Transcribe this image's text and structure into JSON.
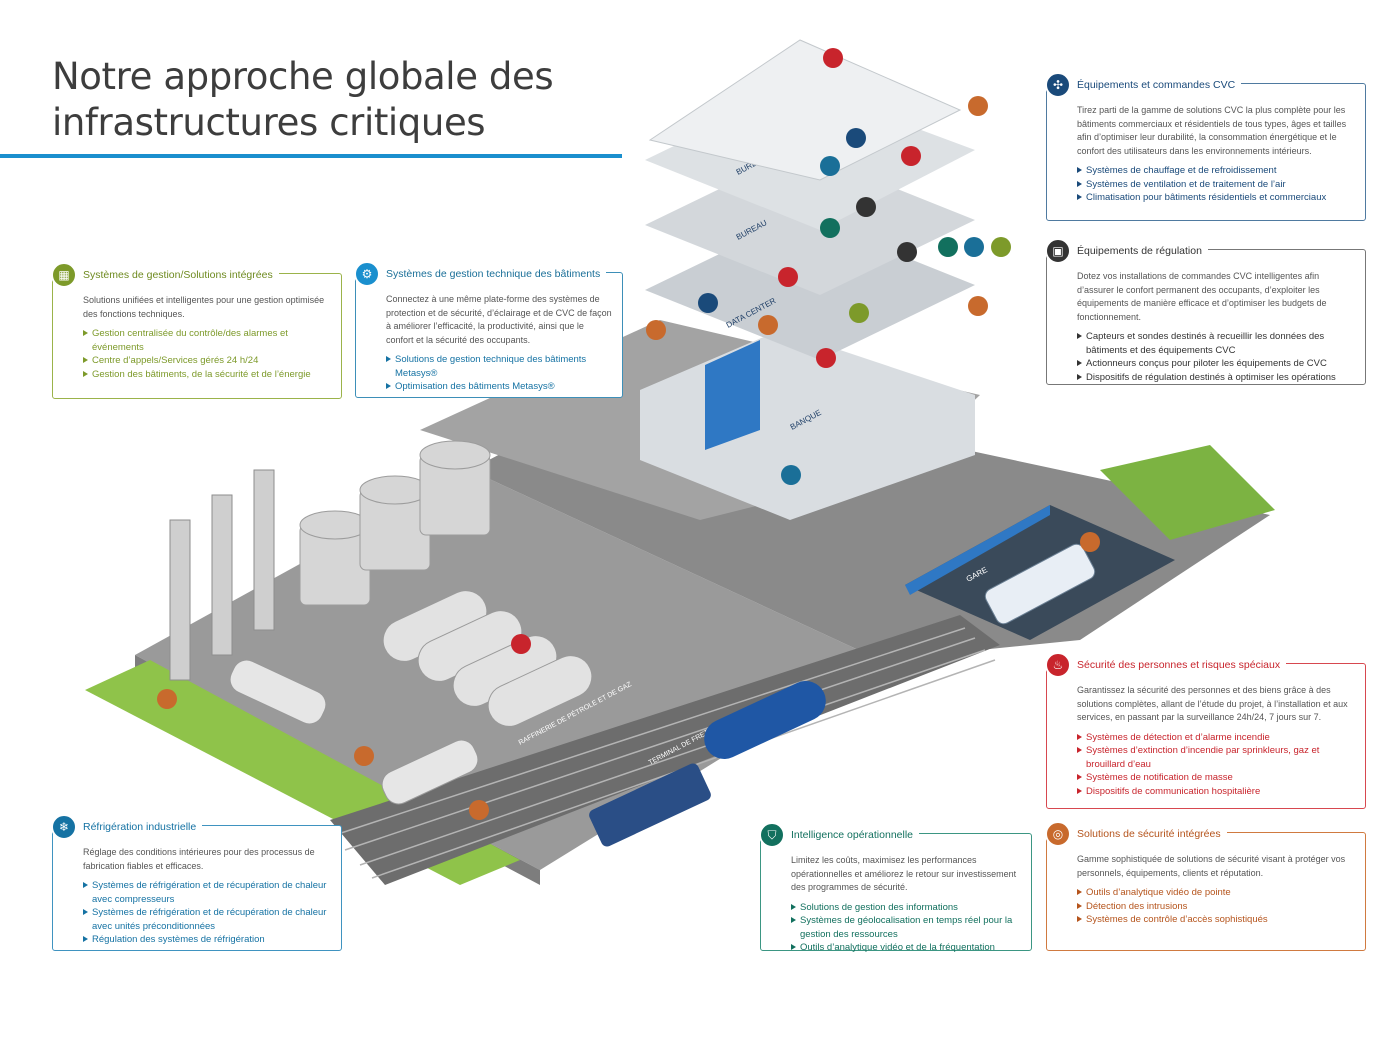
{
  "title": {
    "line1": "Notre approche globale des",
    "line2": "infrastructures critiques"
  },
  "colors": {
    "accent_blue": "#1a8fce",
    "olive": "#7d9a2a",
    "teal": "#1a6f98",
    "red": "#c8242c",
    "orange": "#b5541c",
    "green": "#12705e",
    "navy": "#1a4a7a"
  },
  "scene_labels": {
    "bureau_1": "BUREAU",
    "bureau_2": "BUREAU",
    "data_center": "DATA CENTER",
    "banque": "BANQUE",
    "gare": "GARE",
    "raffinerie": "RAFFINERIE DE PÉTROLE ET DE GAZ",
    "terminal": "TERMINAL DE FRET"
  },
  "panels": {
    "gestion": {
      "icon": "integrated-systems-icon",
      "title": "Systèmes de gestion/Solutions intégrées",
      "desc": "Solutions unifiées et intelligentes pour une gestion optimisée des fonctions techniques.",
      "items": [
        "Gestion centralisée du contrôle/des alarmes et événements",
        "Centre d’appels/Services gérés 24 h/24",
        "Gestion des bâtiments, de la sécurité et de l’énergie"
      ]
    },
    "gtb": {
      "icon": "gears-icon",
      "title": "Systèmes de gestion technique des bâtiments",
      "desc": "Connectez à une même plate-forme des systèmes de protection et de sécurité, d’éclairage et de CVC de façon à améliorer l’efficacité, la productivité, ainsi que le confort et la sécurité des occupants.",
      "items": [
        "Solutions de gestion technique des bâtiments Metasys®",
        "Optimisation des bâtiments Metasys®"
      ]
    },
    "cvc": {
      "icon": "fan-icon",
      "title": "Équipements et commandes CVC",
      "desc": "Tirez parti de la gamme de solutions CVC la plus complète pour les bâtiments commerciaux et résidentiels de tous types, âges et tailles afin d’optimiser leur durabilité, la consommation énergétique et le confort des utilisateurs dans les environnements intérieurs.",
      "items": [
        "Systèmes de chauffage et de refroidissement",
        "Systèmes de ventilation et de traitement de l’air",
        "Climatisation pour bâtiments résidentiels et commerciaux"
      ]
    },
    "regulation": {
      "icon": "thermostat-icon",
      "title": "Équipements de régulation",
      "desc": "Dotez vos installations de commandes CVC intelligentes afin d’assurer le confort permanent des occupants, d’exploiter les équipements de manière efficace et d’optimiser les budgets de fonctionnement.",
      "items": [
        "Capteurs et sondes destinés à recueillir les données des bâtiments et des équipements CVC",
        "Actionneurs conçus pour piloter les équipements de CVC",
        "Dispositifs de régulation destinés à optimiser les opérations"
      ]
    },
    "securite_personnes": {
      "icon": "flame-icon",
      "title": "Sécurité des personnes et risques spéciaux",
      "desc": "Garantissez la sécurité des personnes et des biens grâce à des solutions complètes, allant de l’étude du projet, à l’installation et aux services, en passant par la surveillance 24h/24, 7 jours sur 7.",
      "items": [
        "Systèmes de détection et d’alarme incendie",
        "Systèmes d’extinction d’incendie par sprinkleurs, gaz et brouillard d’eau",
        "Systèmes de notification de masse",
        "Dispositifs de communication hospitalière"
      ]
    },
    "securite_integree": {
      "icon": "fingerprint-icon",
      "title": "Solutions de sécurité intégrées",
      "desc": "Gamme sophistiquée de solutions de sécurité visant à protéger vos personnels, équipements, clients et réputation.",
      "items": [
        "Outils d’analytique vidéo de pointe",
        "Détection des intrusions",
        "Systèmes de contrôle d’accès sophistiqués"
      ]
    },
    "intelligence": {
      "icon": "shield-icon",
      "title": "Intelligence opérationnelle",
      "desc": "Limitez les coûts, maximisez les performances opérationnelles et améliorez le retour sur investissement des programmes de sécurité.",
      "items": [
        "Solutions de gestion des informations",
        "Systèmes de géolocalisation en temps réel pour la gestion des ressources",
        "Outils d’analytique vidéo et de la fréquentation"
      ]
    },
    "refrigeration": {
      "icon": "snowflake-icon",
      "title": "Réfrigération industrielle",
      "desc": "Réglage des conditions intérieures pour des processus de fabrication fiables et efficaces.",
      "items": [
        "Systèmes de réfrigération et de récupération de chaleur avec compresseurs",
        "Systèmes de réfrigération et de récupération de chaleur avec unités préconditionnées",
        "Régulation des systèmes de réfrigération"
      ]
    }
  }
}
